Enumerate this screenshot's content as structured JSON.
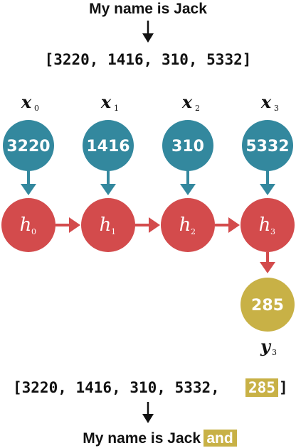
{
  "input_sentence": "My name is Jack",
  "token_ids": "[3220, 1416, 310, 5332]",
  "inputs": [
    {
      "var": "x",
      "sub": "0",
      "value": "3220"
    },
    {
      "var": "x",
      "sub": "1",
      "value": "1416"
    },
    {
      "var": "x",
      "sub": "2",
      "value": "310"
    },
    {
      "var": "x",
      "sub": "3",
      "value": "5332"
    }
  ],
  "hidden": [
    {
      "var": "h",
      "sub": "0"
    },
    {
      "var": "h",
      "sub": "1"
    },
    {
      "var": "h",
      "sub": "2"
    },
    {
      "var": "h",
      "sub": "3"
    }
  ],
  "output": {
    "var": "y",
    "sub": "3",
    "value": "285"
  },
  "output_ids_prefix": "[3220, 1416, 310, 5332,",
  "output_ids_new": "285",
  "output_ids_suffix": "]",
  "output_sentence_prefix": "My name is Jack",
  "output_sentence_new": "and",
  "colors": {
    "input_node": "#33889e",
    "hidden_node": "#d34b4c",
    "output_node": "#c8b146",
    "highlight": "#c8b146",
    "text": "#111111"
  },
  "icons": {
    "down_arrow": "down-arrow-icon",
    "right_arrow": "right-arrow-icon"
  }
}
